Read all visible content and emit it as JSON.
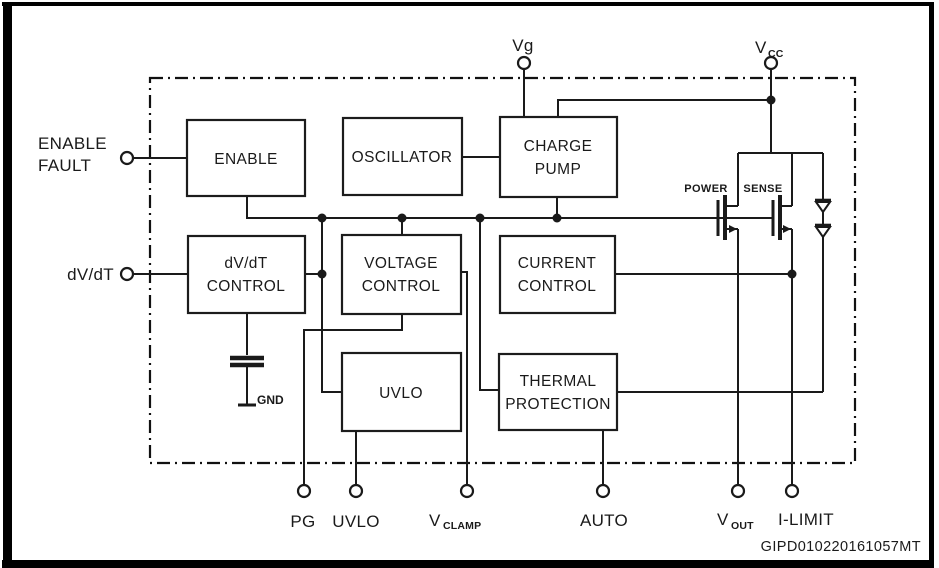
{
  "diagram": {
    "title_code": "GIPD010220161057MT",
    "colors": {
      "background": "#ffffff",
      "line": "#1a1a1a",
      "frame": "#000000"
    },
    "blocks": {
      "enable": {
        "label": "ENABLE"
      },
      "oscillator": {
        "label": "OSCILLATOR"
      },
      "charge_pump": {
        "line1": "CHARGE",
        "line2": "PUMP"
      },
      "dvdt_control": {
        "line1": "dV/dT",
        "line2": "CONTROL"
      },
      "voltage_control": {
        "line1": "VOLTAGE",
        "line2": "CONTROL"
      },
      "current_control": {
        "line1": "CURRENT",
        "line2": "CONTROL"
      },
      "uvlo": {
        "label": "UVLO"
      },
      "thermal_protection": {
        "line1": "THERMAL",
        "line2": "PROTECTION"
      }
    },
    "pins": {
      "enable_fault": {
        "line1": "ENABLE",
        "line2": "FAULT"
      },
      "dvdt": {
        "label": "dV/dT"
      },
      "vg": {
        "label": "Vg"
      },
      "vcc": {
        "main": "V",
        "sub": "CC"
      },
      "pg": {
        "label": "PG"
      },
      "uvlo": {
        "label": "UVLO"
      },
      "vclamp": {
        "main": "V",
        "sub": "CLAMP"
      },
      "auto": {
        "label": "AUTO"
      },
      "vout": {
        "main": "V",
        "sub": "OUT"
      },
      "ilimit": {
        "label": "I-LIMIT"
      }
    },
    "transistors": {
      "power": {
        "label": "POWER"
      },
      "sense": {
        "label": "SENSE"
      }
    },
    "ground": {
      "label": "GND"
    }
  }
}
